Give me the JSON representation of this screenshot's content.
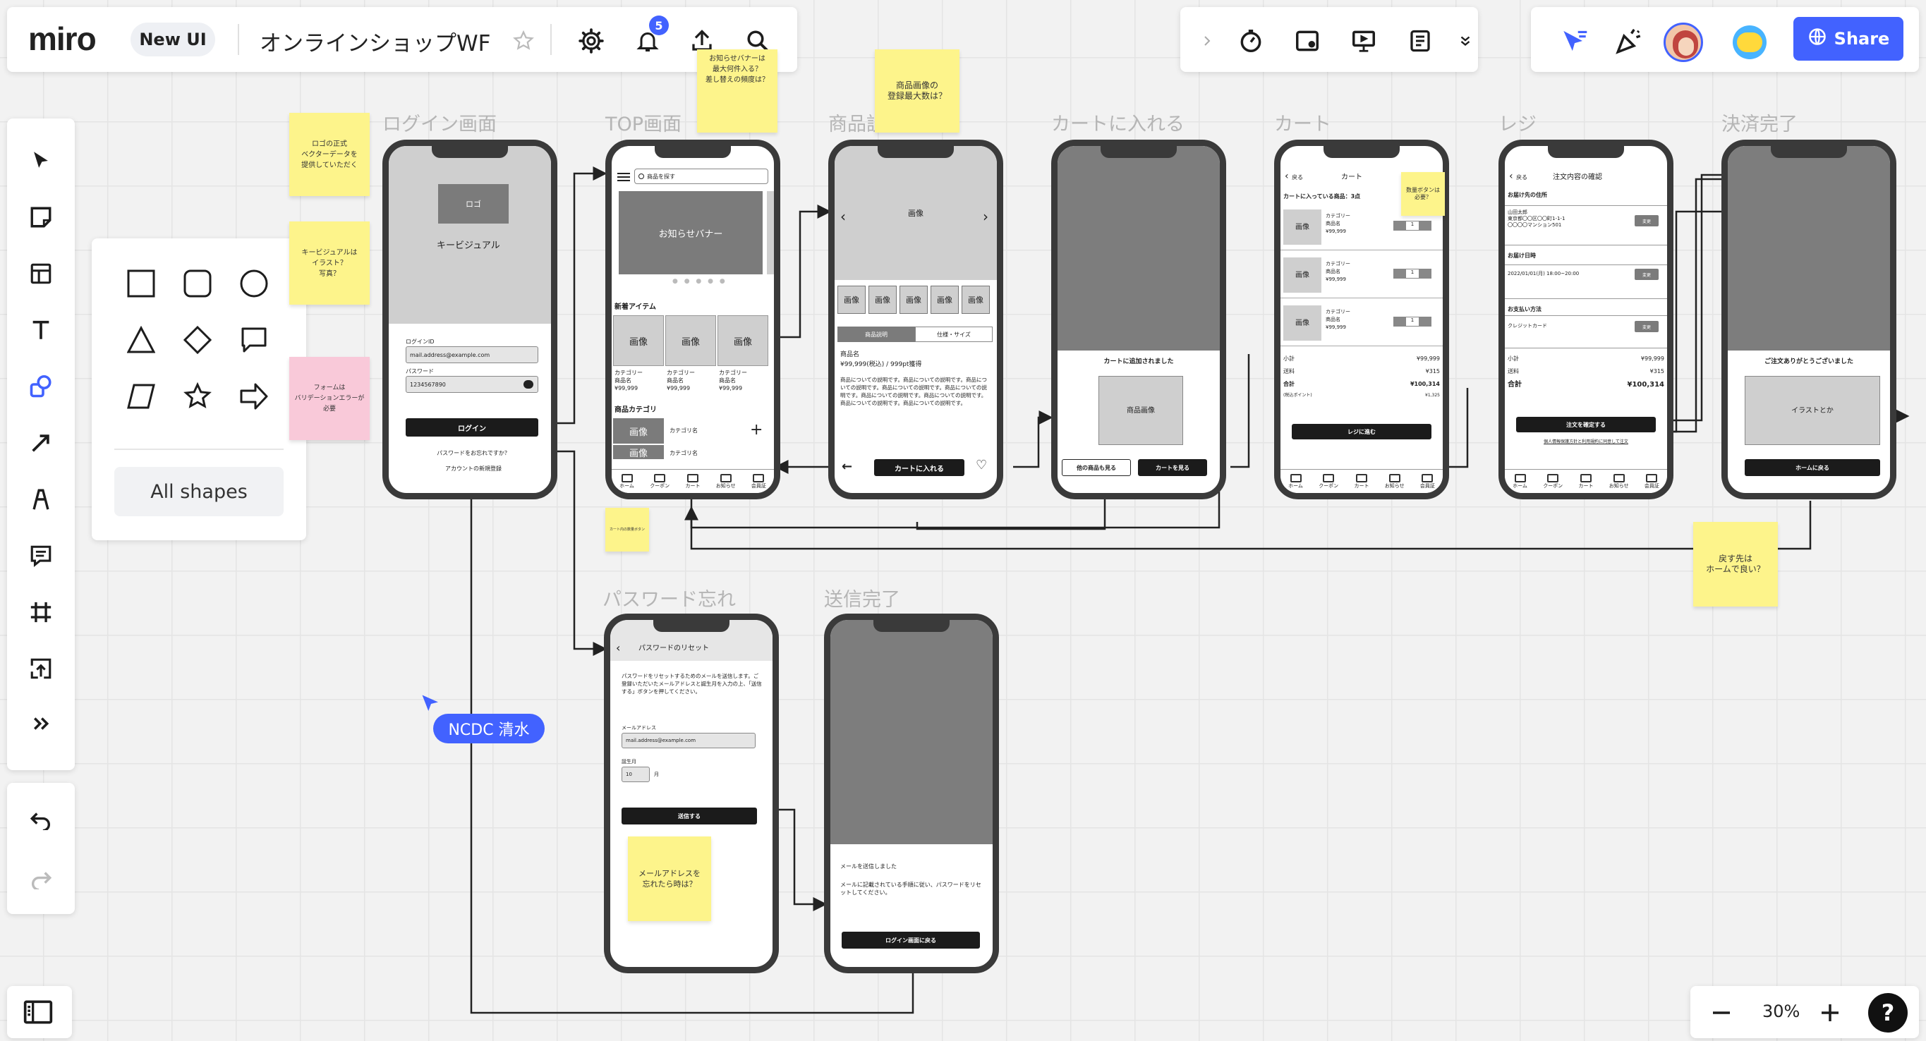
{
  "app": {
    "logo": "miro",
    "badge": "New UI",
    "board_title": "オンラインショップWF",
    "notifications": "5",
    "share_label": "Share",
    "collaborator": "NCDC 清水",
    "zoom": "30%",
    "help": "?"
  },
  "colors": {
    "accent": "#4262ff",
    "cursor": "#4262ff"
  },
  "shapes_panel": {
    "all_shapes": "All shapes"
  },
  "frames": {
    "login": "ログイン画面",
    "top": "TOP画面",
    "detail": "商品説明",
    "addcart": "カートに入れる",
    "cart": "カート",
    "checkout": "レジ",
    "done": "決済完了",
    "pwreset": "パスワード忘れ",
    "sent": "送信完了"
  },
  "login": {
    "logo": "ロゴ",
    "visual": "キービジュアル",
    "id_label": "ログインID",
    "id_value": "mail.address@example.com",
    "pw_label": "パスワード",
    "pw_value": "1234567890",
    "login_btn": "ログイン",
    "forgot": "パスワードをお忘れですか？",
    "register": "アカウントの新規登録"
  },
  "top": {
    "search": "商品を探す",
    "banner": "お知らせバナー",
    "new_items": "新着アイテム",
    "img": "画像",
    "cat_label": "カテゴリー",
    "name_label": "商品名",
    "price": "¥99,999",
    "categories": "商品カテゴリ",
    "cat_name": "カテゴリ名"
  },
  "tabbar": [
    "ホーム",
    "クーポン",
    "カート",
    "お知らせ",
    "会員証"
  ],
  "detail": {
    "image": "画像",
    "tab1": "商品説明",
    "tab2": "仕様・サイズ",
    "name": "商品名",
    "price": "¥99,999(税込) / 999pt獲得",
    "desc": "商品についての説明です。商品についての説明です。商品についての説明です。商品についての説明です。商品についての説明です。商品についての説明です。商品についての説明です。商品についての説明です。商品についての説明です。",
    "add_btn": "カートに入れる"
  },
  "addcart": {
    "message": "カートに追加されました",
    "thumb": "商品画像",
    "more_btn": "他の商品も見る",
    "cart_btn": "カートを見る"
  },
  "cart": {
    "back": "戻る",
    "title": "カート",
    "count": "カートに入っている商品：3点",
    "img": "画像",
    "cat": "カテゴリー",
    "name": "商品名",
    "price": "¥99,999",
    "qty": "1",
    "subtotal_l": "小計",
    "subtotal": "¥99,999",
    "ship_l": "送料",
    "ship": "¥315",
    "total_l": "合計",
    "total": "¥100,314",
    "tax_l": "(税込ポイント)",
    "tax": "¥1,325",
    "btn": "レジに進む"
  },
  "checkout": {
    "back": "戻る",
    "title": "注文内容の確認",
    "addr_h": "お届け先の住所",
    "addr": "山田太郎\n東京都〇〇区〇〇町1-1-1\n〇〇〇〇マンション501",
    "date_h": "お届け日時",
    "date": "2022/01/01(月) 18:00~20:00",
    "pay_h": "お支払い方法",
    "pay": "クレジットカード",
    "change": "変更",
    "subtotal_l": "小計",
    "subtotal": "¥99,999",
    "ship_l": "送料",
    "ship": "¥315",
    "total_l": "合計",
    "total": "¥100,314",
    "btn": "注文を確定する",
    "terms": "個人情報保護方針と利用規約に同意して注文"
  },
  "done": {
    "message": "ご注文ありがとうございました",
    "illust": "イラストとか",
    "btn": "ホームに戻る"
  },
  "pwreset": {
    "title": "パスワードのリセット",
    "desc": "パスワードをリセットするためのメールを送信します。ご登録いただいたメールアドレスと誕生月を入力の上、「送信する」ボタンを押してください。",
    "mail_l": "メールアドレス",
    "mail": "mail.address@example.com",
    "month_l": "誕生月",
    "month": "10",
    "month_unit": "月",
    "btn": "送信する"
  },
  "sent": {
    "title": "メールを送信しました",
    "desc": "メールに記載されている手順に従い、パスワードをリセットしてください。",
    "btn": "ログイン画面に戻る"
  },
  "stickies": {
    "s1": "ロゴの正式\nベクターデータを\n提供していただく",
    "s2": "キービジュアルは\nイラスト？\n写真？",
    "s3": "フォームは\nバリデーションエラーが\n必要",
    "s4": "お知らせバナーは\n最大何件入る？\n差し替えの頻度は？",
    "s5": "商品画像の\n登録最大数は？",
    "s6": "カート内の数量ボタン",
    "s7": "数量ボタンは\n必要？",
    "s8": "戻す先は\nホームで良い？",
    "s9": "メールアドレスを\n忘れたら時は？"
  }
}
